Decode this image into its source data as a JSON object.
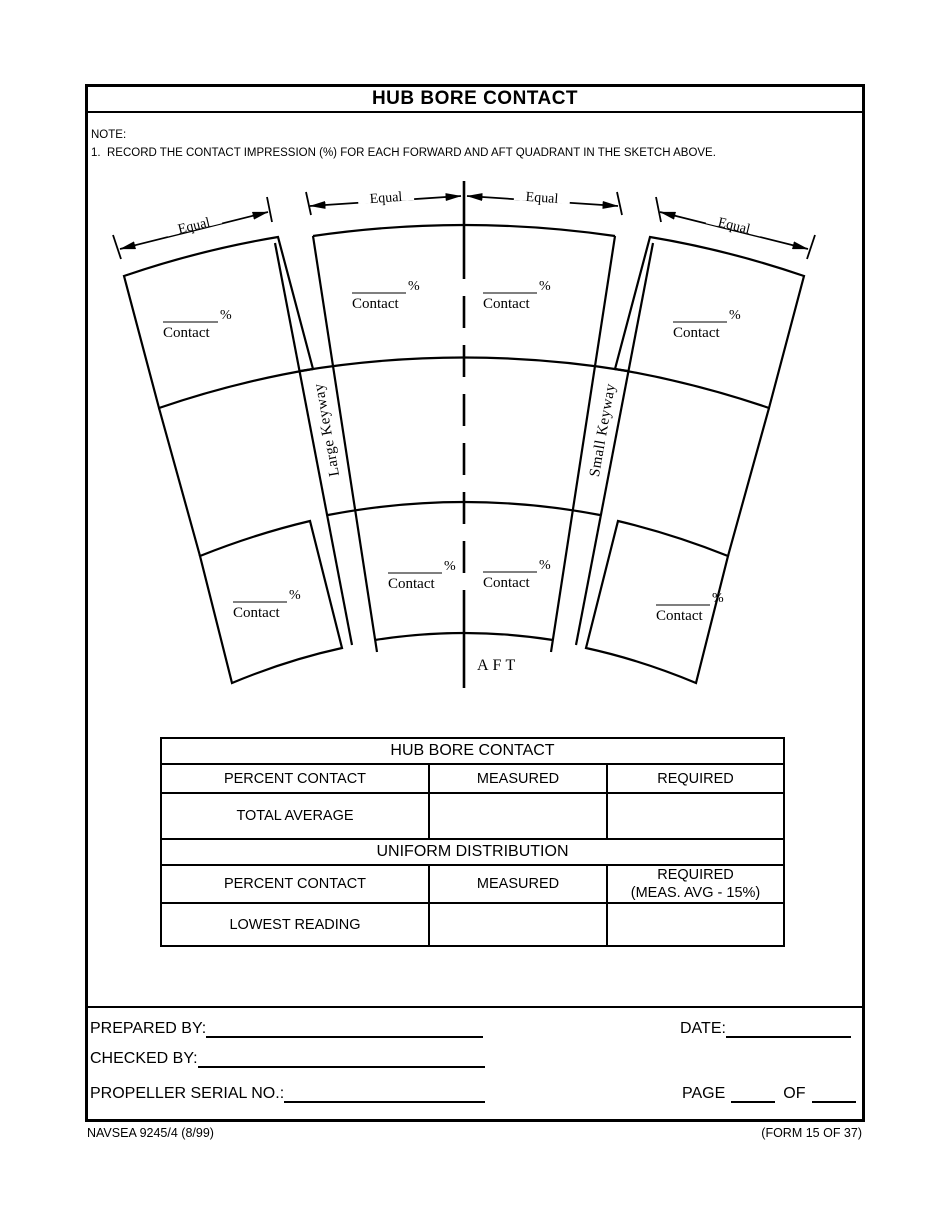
{
  "form": {
    "title": "HUB BORE CONTACT",
    "note": {
      "label": "NOTE:",
      "item1": "1.  RECORD THE CONTACT IMPRESSION (%) FOR EACH FORWARD AND AFT QUADRANT IN THE SKETCH ABOVE."
    },
    "footer": {
      "prepared_by": "PREPARED BY:",
      "checked_by": "CHECKED BY:",
      "propeller_serial": "PROPELLER SERIAL NO.:",
      "date": "DATE:",
      "page": "PAGE",
      "of": "OF"
    },
    "form_number": "NAVSEA 9245/4 (8/99)",
    "form_sheet": "(FORM 15 OF 37)"
  },
  "diagram": {
    "equal_label": "Equal",
    "large_keyway_label": "Large Keyway",
    "small_keyway_label": "Small Keyway",
    "aft_label": "AFT",
    "contact_label": "Contact",
    "percent_sign": "%",
    "blank_value": ""
  },
  "table": {
    "section1_title": "HUB BORE CONTACT",
    "headers1": [
      "PERCENT CONTACT",
      "MEASURED",
      "REQUIRED"
    ],
    "row1_label": "TOTAL AVERAGE",
    "row1_measured": "",
    "row1_required": "",
    "section2_title": "UNIFORM DISTRIBUTION",
    "headers2": [
      "PERCENT CONTACT",
      "MEASURED"
    ],
    "headers2_required_line1": "REQUIRED",
    "headers2_required_line2": "(MEAS. AVG - 15%)",
    "row2_label": "LOWEST READING",
    "row2_measured": "",
    "row2_required": ""
  }
}
